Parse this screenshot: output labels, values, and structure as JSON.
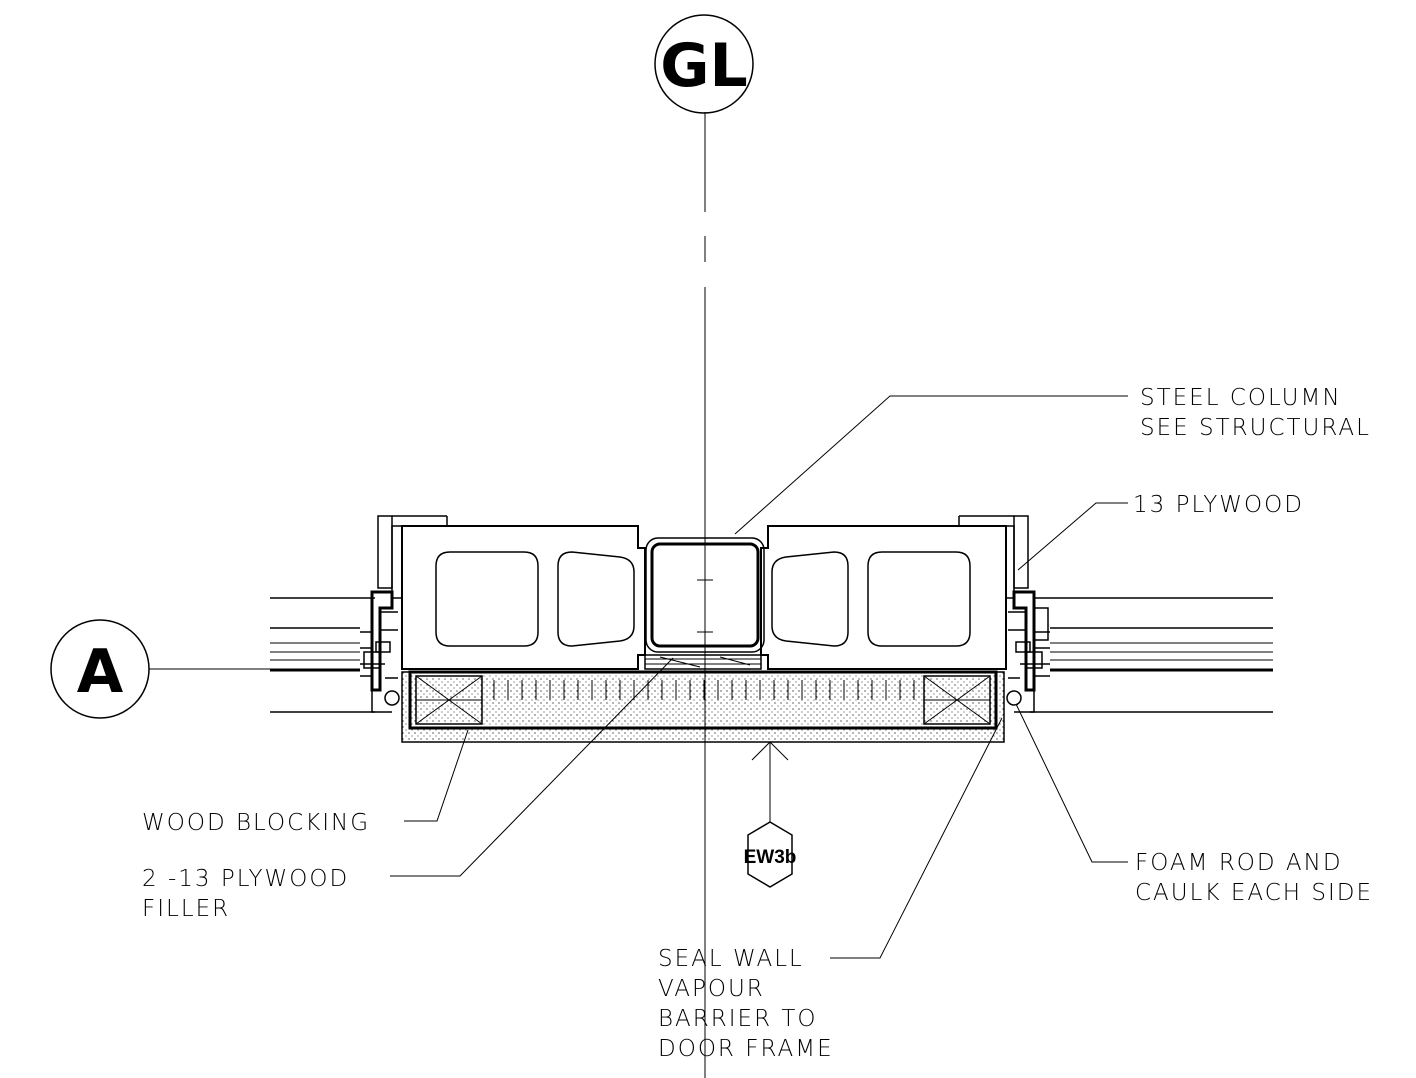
{
  "grid_bubbles": {
    "top": "GL",
    "left": "A"
  },
  "tag": "EW3b",
  "labels": {
    "steel_column_1": "STEEL COLUMN",
    "steel_column_2": "SEE STRUCTURAL",
    "plywood_13": "13 PLYWOOD",
    "wood_blocking": "WOOD BLOCKING",
    "plywood_filler_1": "2 -13 PLYWOOD",
    "plywood_filler_2": "FILLER",
    "foam_rod_1": "FOAM ROD AND",
    "foam_rod_2": "CAULK EACH SIDE",
    "seal_wall_1": "SEAL WALL",
    "seal_wall_2": "VAPOUR",
    "seal_wall_3": "BARRIER TO",
    "seal_wall_4": "DOOR FRAME"
  }
}
